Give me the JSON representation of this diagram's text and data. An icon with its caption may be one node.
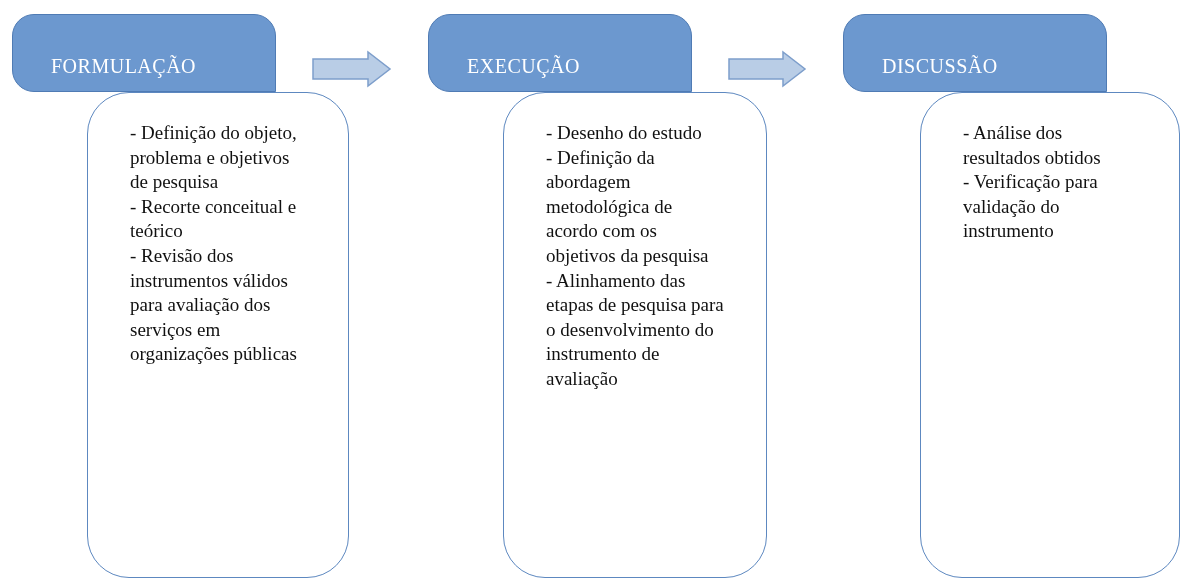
{
  "diagram": {
    "nodes": [
      {
        "text": [
          "FORMULAÇÃO"
        ]
      },
      {
        "text": [
          "- Definição do objeto, problema e objetivos de pesquisa",
          "- Recorte conceitual e teórico",
          "- Revisão dos instrumentos válidos para avaliação dos serviços em organizações públicas"
        ]
      },
      {
        "text": [
          "EXECUÇÃO"
        ]
      },
      {
        "text": [
          "- Desenho do estudo",
          "- Definição da abordagem metodológica de acordo com os objetivos da pesquisa",
          "- Alinhamento das etapas de pesquisa para o desenvolvimento do instrumento de avaliação"
        ]
      },
      {
        "text": [
          "DISCUSSÃO"
        ]
      },
      {
        "text": [
          "- Análise dos resultados obtidos",
          "- Verificação para validação do instrumento"
        ]
      }
    ],
    "edges": [
      {
        "from": 0,
        "to": 2,
        "arrow": "to",
        "style": "thick"
      },
      {
        "from": 2,
        "to": 4,
        "arrow": "to",
        "style": "thick"
      }
    ]
  }
}
